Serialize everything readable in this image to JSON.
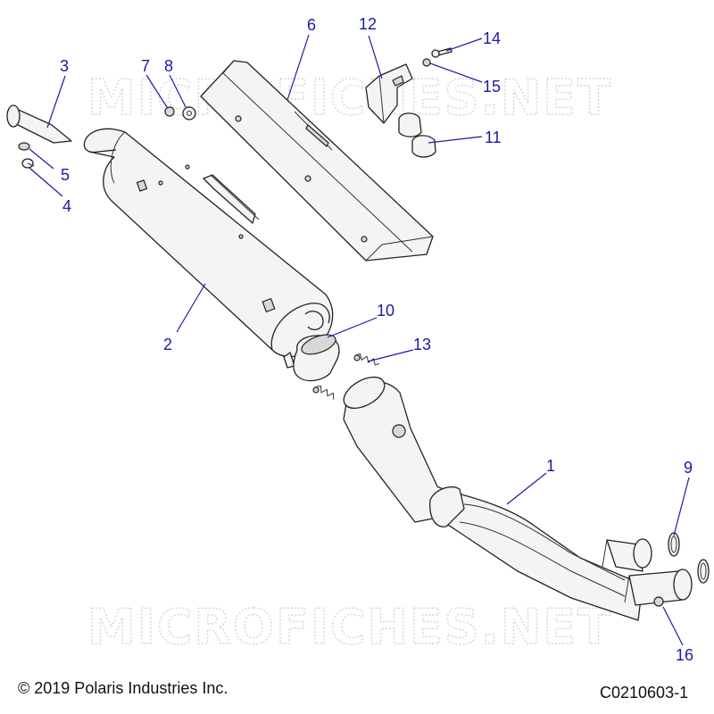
{
  "watermark": "MICROFICHES.NET",
  "footer": {
    "copyright": "© 2019 Polaris Industries Inc.",
    "diagram_id": "C0210603-1"
  },
  "callouts": [
    "1",
    "2",
    "3",
    "4",
    "5",
    "6",
    "7",
    "8",
    "9",
    "10",
    "11",
    "12",
    "13",
    "14",
    "15",
    "16"
  ],
  "colors": {
    "callout": "#1a1aa8",
    "line": "#222222",
    "watermark": "#d4d4d4"
  }
}
